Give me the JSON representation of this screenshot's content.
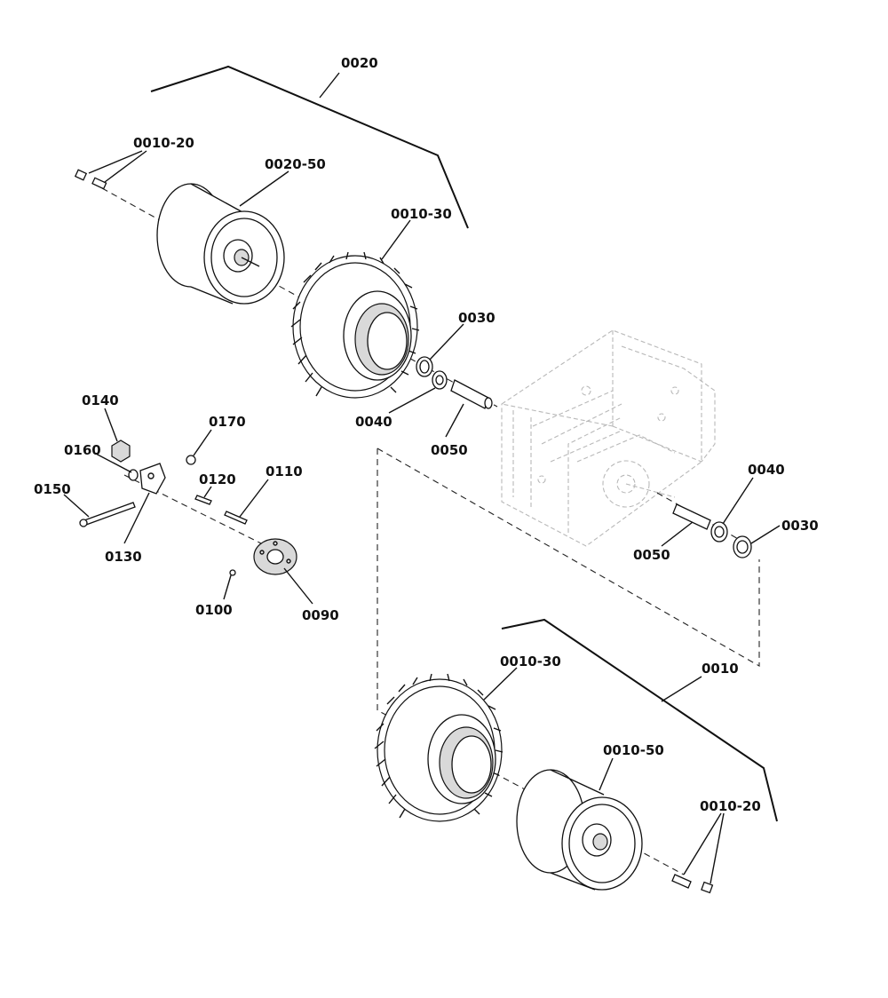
{
  "labels": {
    "l0020": "0020",
    "l0010_20_top": "0010-20",
    "l0020_50": "0020-50",
    "l0010_30_top": "0010-30",
    "l0030_top": "0030",
    "l0040_top": "0040",
    "l0050_top": "0050",
    "l0140": "0140",
    "l0170": "0170",
    "l0160": "0160",
    "l0120": "0120",
    "l0110": "0110",
    "l0150": "0150",
    "l0130": "0130",
    "l0100": "0100",
    "l0090": "0090",
    "l0040_right": "0040",
    "l0030_right": "0030",
    "l0050_right": "0050",
    "l0010": "0010",
    "l0010_30_bottom": "0010-30",
    "l0010_50": "0010-50",
    "l0010_20_bottom": "0010-20"
  }
}
